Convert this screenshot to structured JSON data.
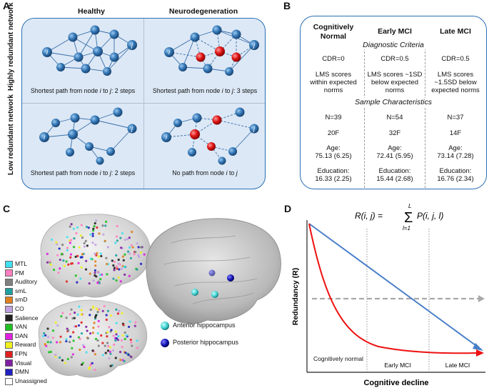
{
  "panelA": {
    "label": "A",
    "col_healthy": "Healthy",
    "col_neuro": "Neurodegeneration",
    "row_high": "Highly redundant network",
    "row_low": "Low redundant network",
    "cap_high_healthy": "Shortest path from node i to j: 2 steps",
    "cap_high_neuro": "Shortest path from node i to j: 3 steps",
    "cap_low_healthy": "Shortest path from node i to j: 2 steps",
    "cap_low_neuro": "No path from node i to j",
    "node_i": "i",
    "node_j": "j"
  },
  "panelB": {
    "label": "B",
    "columns": [
      "Cognitively Normal",
      "Early MCI",
      "Late MCI"
    ],
    "diag_title": "Diagnostic Criteria",
    "cdr": [
      "CDR=0",
      "CDR=0.5",
      "CDR=0.5"
    ],
    "lms": [
      "LMS scores within expected norms",
      "LMS scores ~1SD below expected norms",
      "LMS scores ~1.5SD below expected norms"
    ],
    "sample_title": "Sample Characteristics",
    "n": [
      "N=39",
      "N=54",
      "N=37"
    ],
    "female": [
      "20F",
      "32F",
      "14F"
    ],
    "age_label": "Age:",
    "age": [
      "75.13 (6.25)",
      "72.41 (5.95)",
      "73.14 (7.28)"
    ],
    "edu_label": "Education:",
    "edu": [
      "16.33 (2.25)",
      "15.44 (2.68)",
      "16.76 (2.34)"
    ]
  },
  "panelC": {
    "label": "C",
    "legend": [
      {
        "name": "MTL",
        "color": "#40e0f0"
      },
      {
        "name": "PM",
        "color": "#ff80c0"
      },
      {
        "name": "Auditory",
        "color": "#808080"
      },
      {
        "name": "smL",
        "color": "#20a0a0"
      },
      {
        "name": "smD",
        "color": "#e08020"
      },
      {
        "name": "CO",
        "color": "#c0a0e0"
      },
      {
        "name": "Salience",
        "color": "#202020"
      },
      {
        "name": "VAN",
        "color": "#20c020"
      },
      {
        "name": "DAN",
        "color": "#e020e0"
      },
      {
        "name": "Reward",
        "color": "#f0f020"
      },
      {
        "name": "FPN",
        "color": "#e02020"
      },
      {
        "name": "Visual",
        "color": "#8020a0"
      },
      {
        "name": "DMN",
        "color": "#2020c0"
      },
      {
        "name": "Unassigned",
        "color": "#ffffff"
      }
    ],
    "hippo_anterior": "Anterior hippocampus",
    "hippo_posterior": "Posterior hippocampus",
    "colors": {
      "anterior": "#40d0d0",
      "posterior": "#1010b0"
    }
  },
  "panelD": {
    "label": "D",
    "formula_lhs": "R(i, j) =",
    "formula_sum_top": "L",
    "formula_sum_bottom": "l=1",
    "formula_rhs": "P(i, j, l)",
    "ylabel": "Redundancy (R)",
    "xlabel": "Cognitive decline",
    "stages": [
      "Cognitively normal",
      "Early MCI",
      "Late MCI"
    ],
    "colors": {
      "healthy": "#4a7fc8",
      "neuro": "#ee1111",
      "baseline": "#aaaaaa"
    }
  }
}
